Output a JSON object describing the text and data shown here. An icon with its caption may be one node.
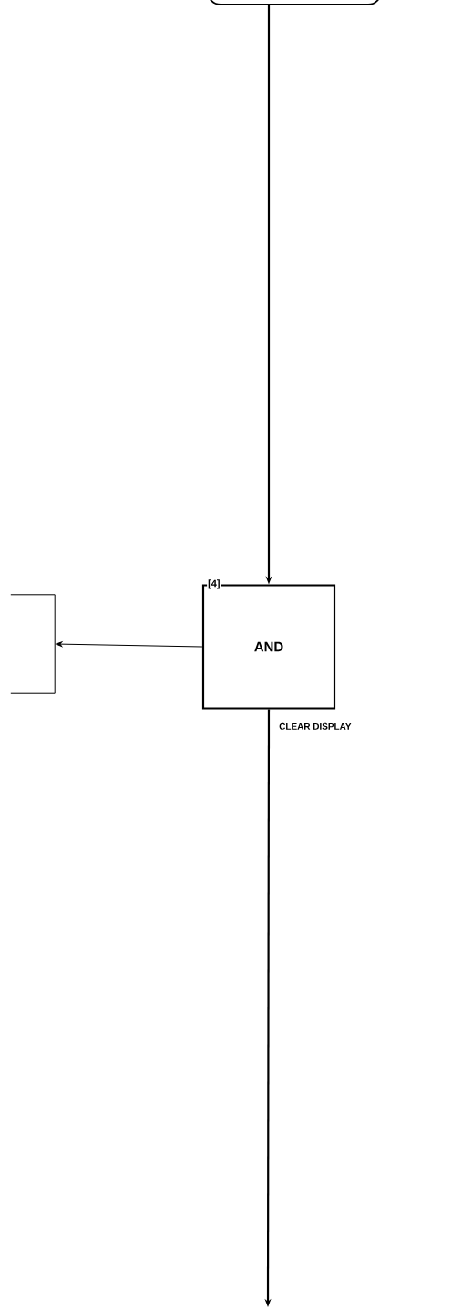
{
  "diagram": {
    "nodes": [
      {
        "text": [],
        "shape": "box"
      },
      {
        "text": [
          "[4]",
          "AND"
        ]
      },
      {
        "text": [],
        "shape": "box"
      }
    ],
    "edges": [
      {
        "from": 0,
        "to": 1,
        "arrow": "to"
      },
      {
        "from": 1,
        "to": 2,
        "arrow": "to"
      },
      {
        "from": 1,
        "to": null,
        "arrow": "to",
        "label": "CLEAR DISPLAY"
      }
    ]
  }
}
